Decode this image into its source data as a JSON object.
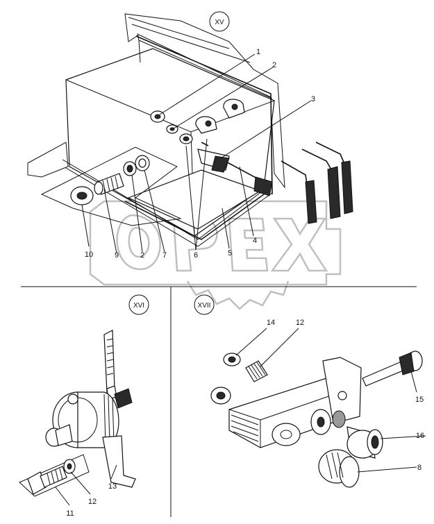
{
  "sections": [
    {
      "id": "sec-xv",
      "label": "XV"
    },
    {
      "id": "sec-xvi",
      "label": "XVI"
    },
    {
      "id": "sec-xvii",
      "label": "XVII"
    }
  ],
  "callouts": [
    {
      "id": "c1",
      "text": "1"
    },
    {
      "id": "c2",
      "text": "2"
    },
    {
      "id": "c3",
      "text": "3"
    },
    {
      "id": "c10",
      "text": "10"
    },
    {
      "id": "c9",
      "text": "9"
    },
    {
      "id": "c2b",
      "text": "2"
    },
    {
      "id": "c7",
      "text": "7"
    },
    {
      "id": "c6",
      "text": "6"
    },
    {
      "id": "c5",
      "text": "5"
    },
    {
      "id": "c4",
      "text": "4"
    },
    {
      "id": "c14",
      "text": "14"
    },
    {
      "id": "c12a",
      "text": "12"
    },
    {
      "id": "c15",
      "text": "15"
    },
    {
      "id": "c16",
      "text": "16"
    },
    {
      "id": "c8",
      "text": "8"
    },
    {
      "id": "c13",
      "text": "13"
    },
    {
      "id": "c12b",
      "text": "12"
    },
    {
      "id": "c11",
      "text": "11"
    }
  ],
  "watermark": {
    "text": "OPEX"
  }
}
